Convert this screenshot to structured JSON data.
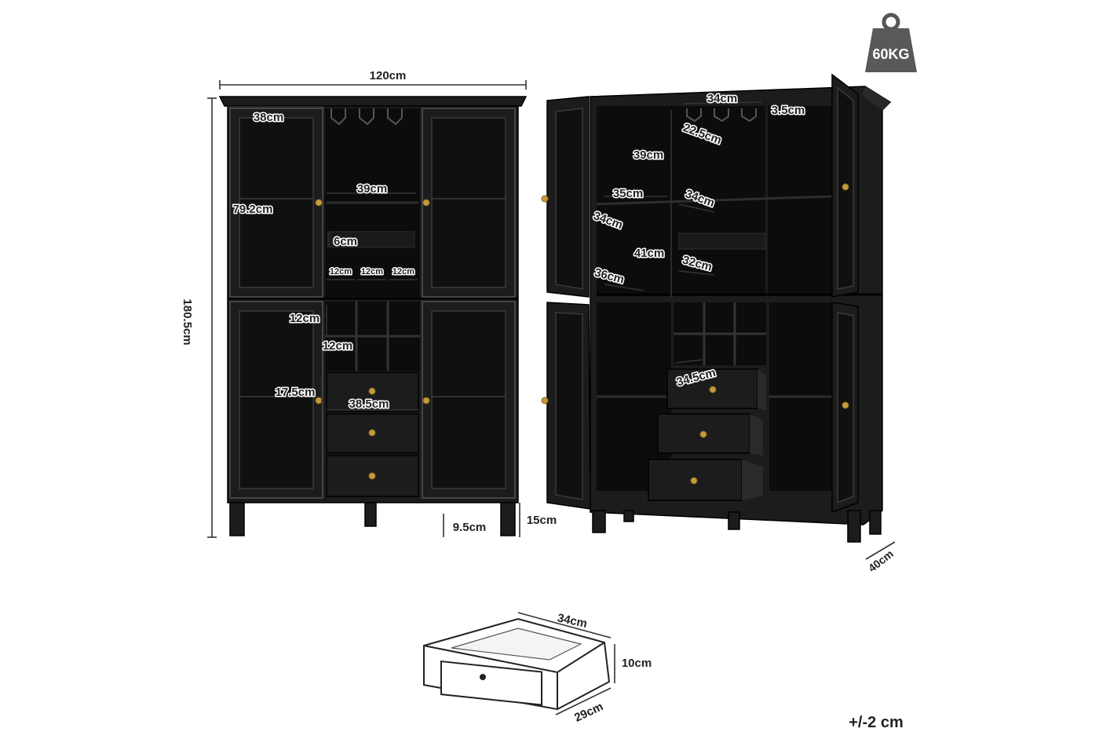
{
  "weight_badge": {
    "label": "60KG"
  },
  "tolerance": "+/-2 cm",
  "front_view": {
    "labels": {
      "total_width": "120cm",
      "total_height": "180.5cm",
      "side_cabinet_width": "38cm",
      "upper_door_height": "79.2cm",
      "center_shelf_width": "39cm",
      "glass_rack_gap": "6cm",
      "glass_slot_1": "12cm",
      "glass_slot_2": "12cm",
      "glass_slot_3": "12cm",
      "wine_cell_height": "12cm",
      "wine_cell_width": "12cm",
      "lower_shelf_height": "17.5cm",
      "drawer_width": "38.5cm",
      "leg_height": "9.5cm",
      "base_height": "15cm"
    }
  },
  "open_view": {
    "labels": {
      "rack_width": "34cm",
      "rack_slot": "3.5cm",
      "rack_depth": "22.5cm",
      "upper_compartment_height": "39cm",
      "shelf_width": "35cm",
      "shelf_depth_left": "34cm",
      "shelf_depth_right": "34cm",
      "lower_compartment_height": "41cm",
      "bottom_shelf_depth": "32cm",
      "bottom_shelf_width": "36cm",
      "drawer_depth": "34.5cm",
      "cabinet_depth": "40cm"
    }
  },
  "drawer_detail": {
    "labels": {
      "depth": "34cm",
      "height": "10cm",
      "width": "29cm"
    }
  }
}
